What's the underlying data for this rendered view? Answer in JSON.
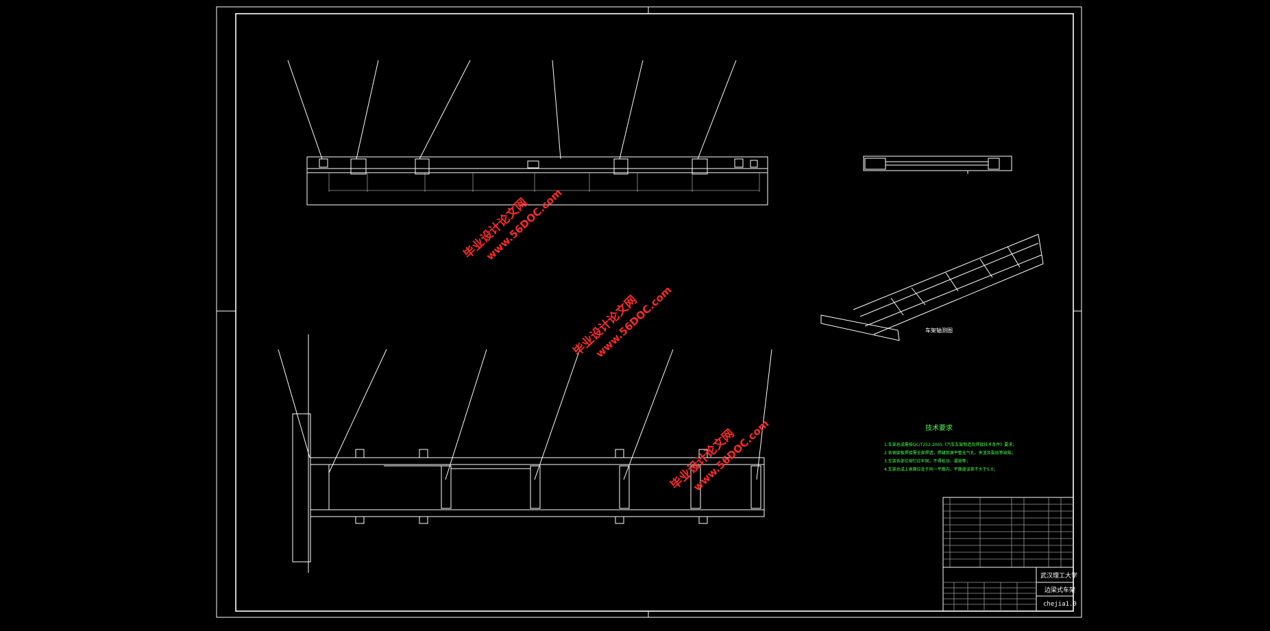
{
  "title_block": {
    "school": "武汉理工大学",
    "drawing_name": "边梁式车架",
    "drawing_number": "chejia1.0"
  },
  "tech_notes": {
    "title": "技术要求",
    "items": [
      "1.车架总成需按QC/T252-2005《汽车车架制造及焊接技术条件》要求；",
      "2.各钢架板焊接需全部焊透，焊缝饱满平整无气孔、夹渣及裂纹等缺陷；",
      "3.车架各部位铆钉应牢固，不得松动、漏铆等；",
      "4.车架总成上表面应处于同一平面内，平面度误差不大于5.0；"
    ]
  },
  "iso_view_label": "车架轴测图",
  "watermarks": [
    {
      "line1": "毕业设计论文网",
      "line2": "www.56DOC.com"
    },
    {
      "line1": "毕业设计论文网",
      "line2": "www.56DOC.com"
    },
    {
      "line1": "毕业设计论文网",
      "line2": "www.56DOC.com"
    }
  ],
  "colors": {
    "background": "#000000",
    "lines": "#ffffff",
    "notes": "#4dff4d",
    "watermark": "#ff2a2a"
  }
}
